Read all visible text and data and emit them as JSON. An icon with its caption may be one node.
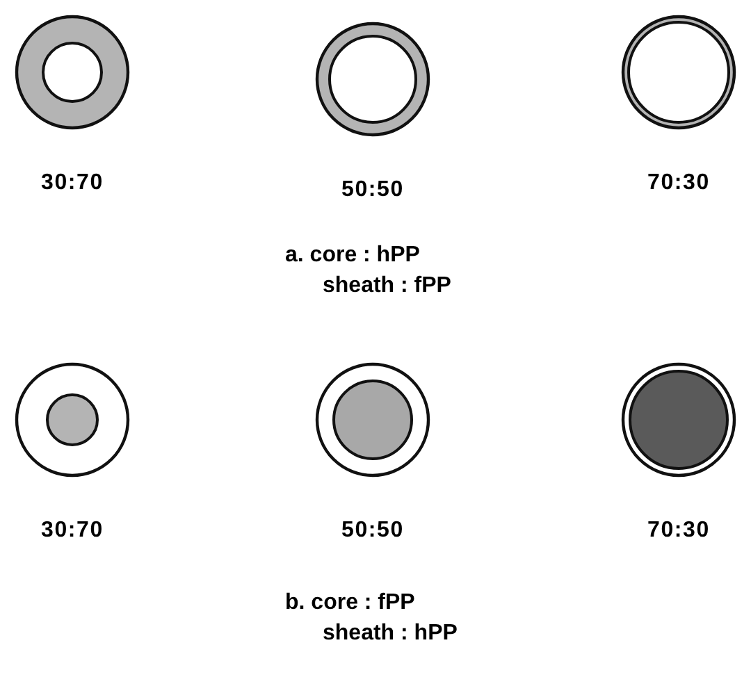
{
  "diagram": {
    "nodes": [
      {
        "text": [],
        "shape": "circle",
        "beside": [
          "30:70"
        ]
      },
      {
        "text": [],
        "shape": "circle",
        "beside": [
          "50:50"
        ]
      },
      {
        "text": [],
        "shape": "circle",
        "beside": [
          "70:30"
        ]
      },
      {
        "text": [],
        "shape": "circle",
        "beside": [
          "30:70"
        ]
      },
      {
        "text": [],
        "shape": "circle",
        "beside": [
          "50:50"
        ]
      },
      {
        "text": [],
        "shape": "circle",
        "beside": [
          "70:30"
        ]
      }
    ],
    "labels": [
      "a. core : hPP",
      "sheath : fPP",
      "b. core : fPP",
      "sheath : hPP"
    ]
  }
}
